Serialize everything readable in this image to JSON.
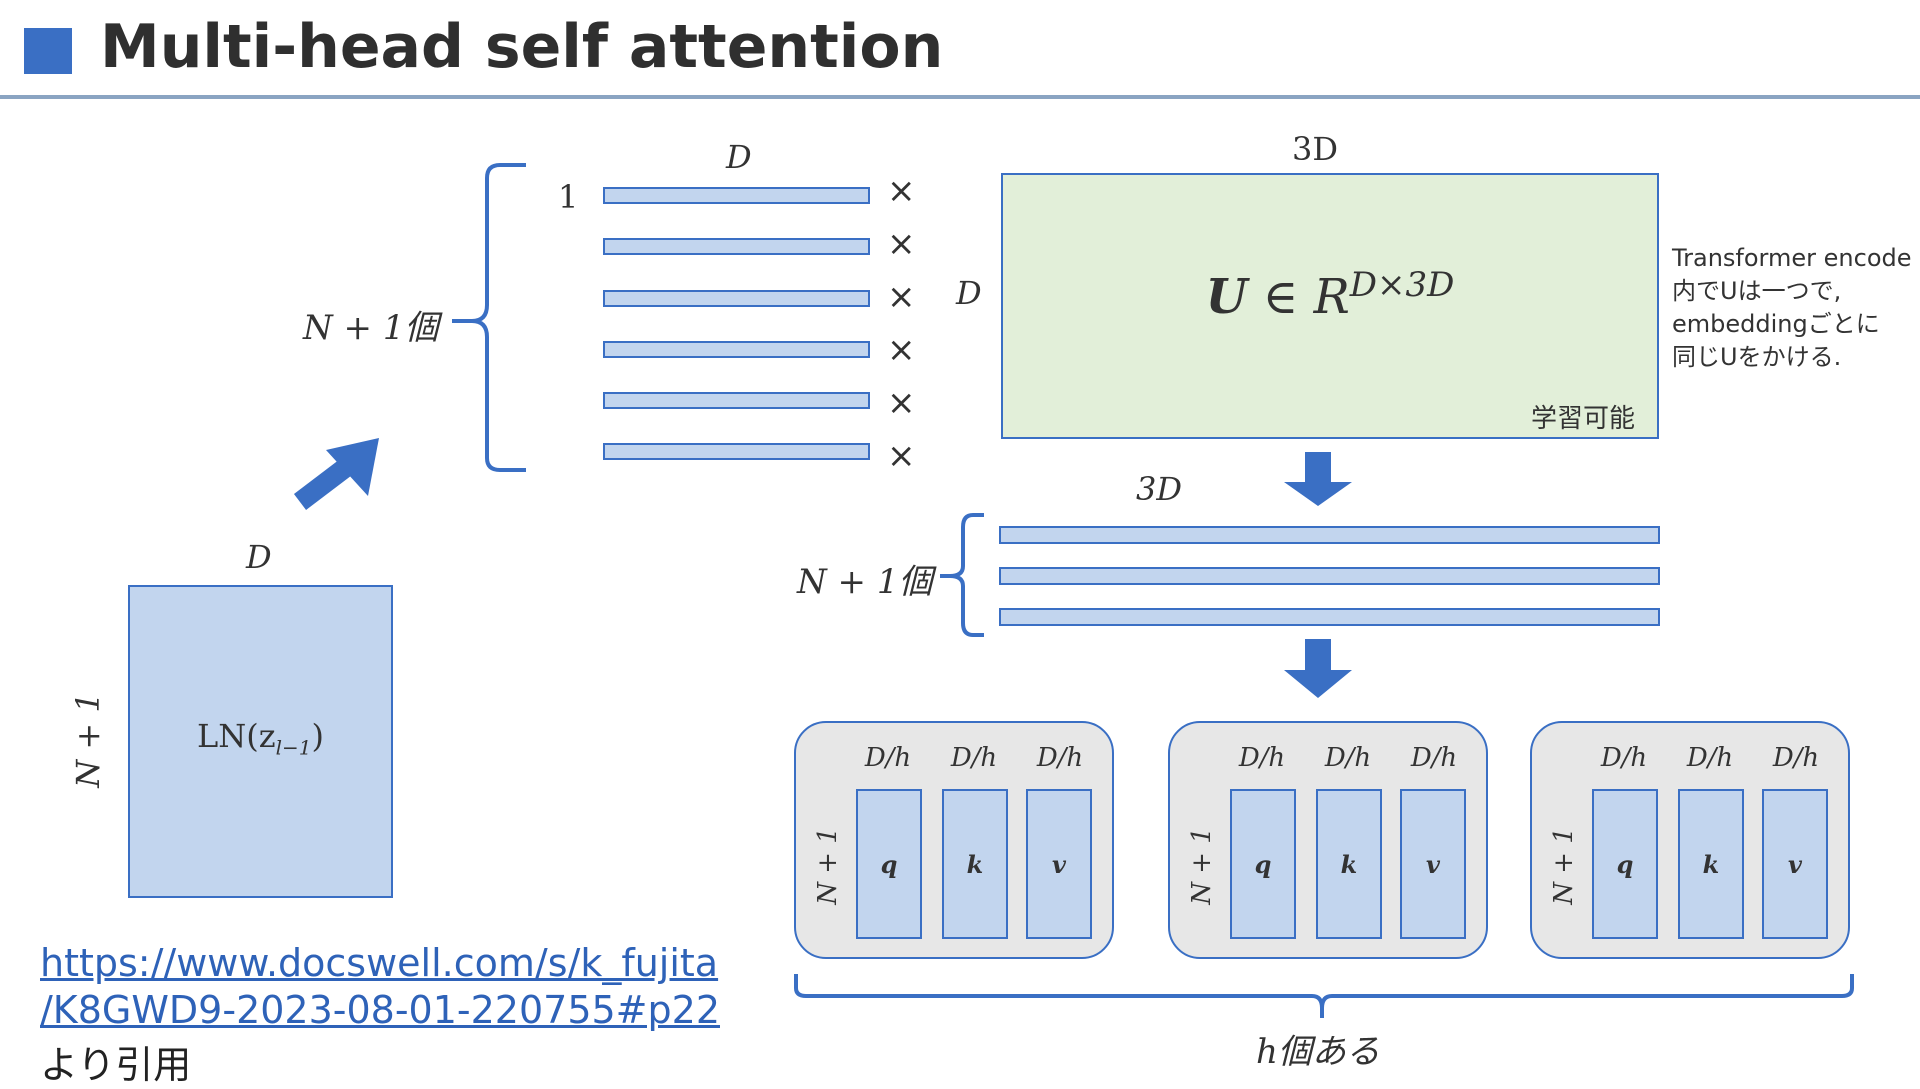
{
  "header": {
    "title": "Multi-head self attention"
  },
  "ln_block": {
    "width_label": "D",
    "height_label": "N + 1",
    "content": "LN(z",
    "content_sub": "l−1",
    "content_close": ")"
  },
  "tokens": {
    "width_label": "D",
    "first_index": "1",
    "count_label": "N + 1個",
    "cross_symbol": "×"
  },
  "u_matrix": {
    "top_label": "3D",
    "side_label": "D",
    "formula_main": "U",
    "formula_in": " ∈ R",
    "formula_sup": "D×3D",
    "learnable": "学習可能"
  },
  "note": {
    "text": "Transformer encode\n内でUは一つで,\nembeddingごとに\n同じUをかける."
  },
  "projected": {
    "width_label": "3D",
    "count_label": "N + 1個"
  },
  "heads": {
    "col_label": "D/h",
    "row_label": "N + 1",
    "items": [
      {
        "q": "q",
        "k": "k",
        "v": "v"
      },
      {
        "q": "q",
        "k": "k",
        "v": "v"
      },
      {
        "q": "q",
        "k": "k",
        "v": "v"
      }
    ],
    "count_label": "h個ある"
  },
  "source": {
    "url_line1": "https://www.docswell.com/s/k_fujita",
    "url_line2": "/K8GWD9-2023-08-01-220755#p22",
    "cite": "より引用"
  },
  "colors": {
    "accent": "#3a6fc4",
    "bar_fill": "#c2d5ee",
    "matrix_fill": "#e2efd9",
    "head_fill": "#e7e7e7"
  }
}
